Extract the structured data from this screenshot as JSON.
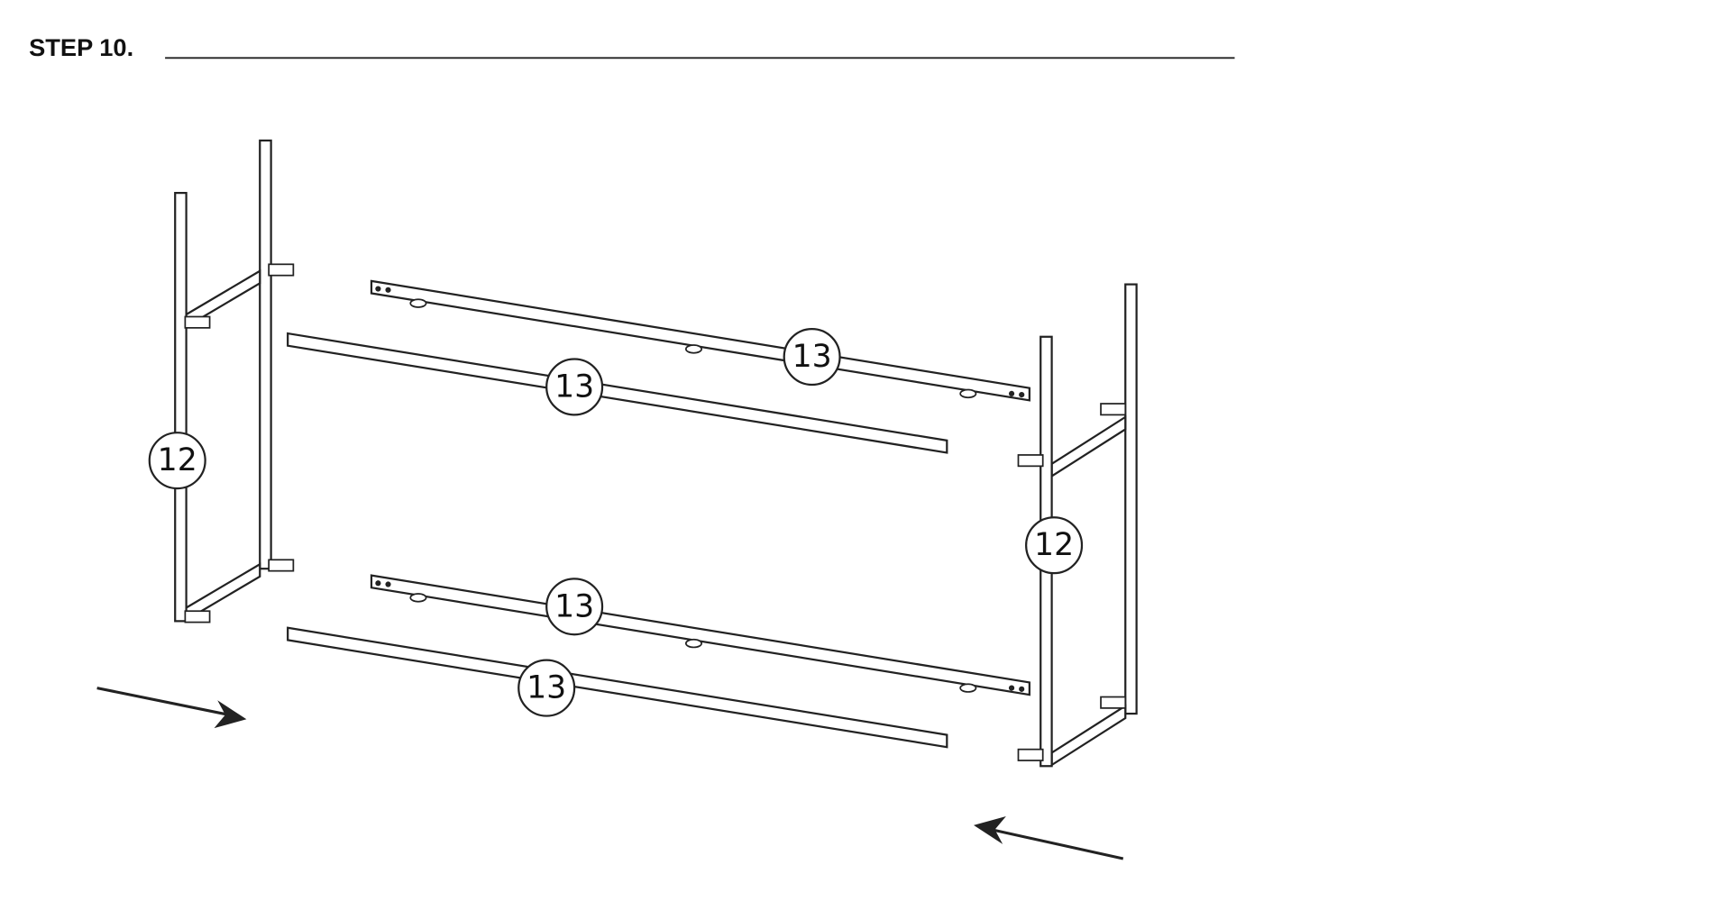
{
  "step": {
    "title": "STEP 10."
  },
  "callouts": {
    "left_frame": "12",
    "right_frame": "12",
    "top_back_rail": "13",
    "top_front_rail": "13",
    "bottom_back_rail": "13",
    "bottom_front_rail": "13"
  },
  "colors": {
    "line": "#222222",
    "background": "#ffffff"
  }
}
